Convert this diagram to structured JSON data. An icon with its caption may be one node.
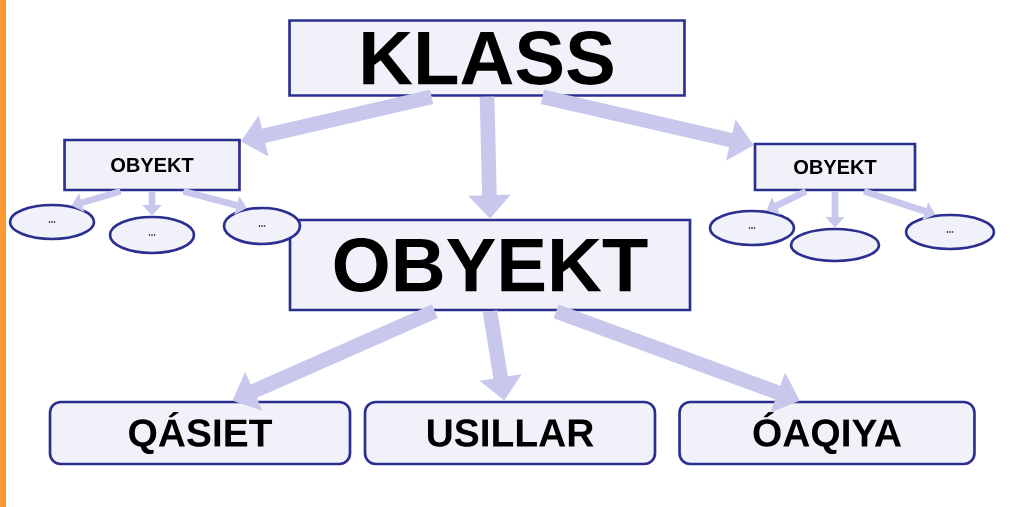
{
  "diagram": {
    "nodes": [
      {
        "text": [
          "KLASS"
        ]
      },
      {
        "text": [
          "OBYEKT"
        ]
      },
      {
        "text": [
          "OBYEKT"
        ]
      },
      {
        "text": [
          "OBYEKT"
        ]
      },
      {
        "text": [
          "QÁSIET"
        ]
      },
      {
        "text": [
          "USILLAR"
        ]
      },
      {
        "text": [
          "ÓAQIYA"
        ]
      },
      {
        "text": [
          "..."
        ]
      },
      {
        "text": [
          "..."
        ]
      },
      {
        "text": [
          "..."
        ]
      },
      {
        "text": [
          "..."
        ]
      },
      {
        "text": [],
        "shape": "oval"
      },
      {
        "text": [
          "..."
        ]
      }
    ],
    "edges": [
      {
        "from": 0,
        "to": 1,
        "arrow": "to",
        "style": "thick"
      },
      {
        "from": 0,
        "to": 3,
        "arrow": "to",
        "style": "thick"
      },
      {
        "from": 0,
        "to": 2,
        "arrow": "to",
        "style": "thick"
      },
      {
        "from": 1,
        "to": 7,
        "arrow": "to"
      },
      {
        "from": 1,
        "to": 8,
        "arrow": "to"
      },
      {
        "from": 1,
        "to": 9,
        "arrow": "to"
      },
      {
        "from": 2,
        "to": 10,
        "arrow": "to"
      },
      {
        "from": 2,
        "to": 11,
        "arrow": "to"
      },
      {
        "from": 2,
        "to": 12,
        "arrow": "to"
      },
      {
        "from": 3,
        "to": 4,
        "arrow": "to",
        "style": "thick"
      },
      {
        "from": 3,
        "to": 5,
        "arrow": "to",
        "style": "thick"
      },
      {
        "from": 3,
        "to": 6,
        "arrow": "to",
        "style": "thick"
      }
    ]
  }
}
